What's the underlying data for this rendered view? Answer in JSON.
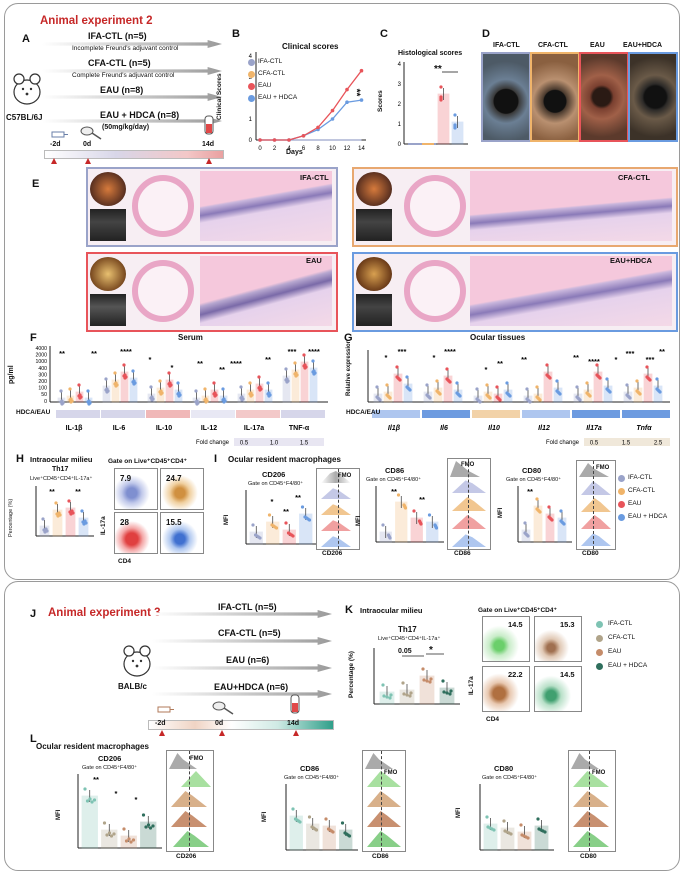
{
  "exp2": {
    "title": "Animal experiment 2",
    "strain": "C57BL/6J",
    "groups": [
      {
        "name": "IFA-CTL (n=5)",
        "note": "Incomplete Freund's adjuvant control"
      },
      {
        "name": "CFA-CTL (n=5)",
        "note": "Complete Freund's adjuvant control"
      },
      {
        "name": "EAU (n=8)",
        "note": ""
      },
      {
        "name": "EAU + HDCA (n=8)",
        "note": "(50mg/kg/day)"
      }
    ],
    "timeline": [
      "-2d",
      "0d",
      "14d"
    ]
  },
  "panelB": {
    "title": "Clinical scores",
    "ylabel": "Clinical Scores",
    "xlabel": "Days",
    "sig": "**",
    "legend": [
      "IFA-CTL",
      "CFA-CTL",
      "EAU",
      "EAU + HDCA"
    ]
  },
  "panelC": {
    "title": "Histological scores",
    "ylabel": "Scores",
    "sig": "**"
  },
  "panelD": {
    "labels": [
      "IFA-CTL",
      "CFA-CTL",
      "EAU",
      "EAU+HDCA"
    ]
  },
  "panelE": {
    "labels": [
      "IFA-CTL",
      "CFA-CTL",
      "EAU",
      "EAU+HDCA"
    ]
  },
  "panelF": {
    "title": "Serum",
    "ylabel": "pg/ml",
    "categories": [
      "IL-1β",
      "IL-6",
      "IL-10",
      "IL-12",
      "IL-17a",
      "TNF-α"
    ],
    "yticks": [
      "4000",
      "2000",
      "1000",
      "400",
      "300",
      "200",
      "100",
      "50",
      "0"
    ],
    "sigs": [
      "**",
      "**",
      "****",
      "*",
      "*",
      "**",
      "**",
      "****",
      "**",
      "***",
      "****"
    ],
    "row_label": "HDCA/EAU",
    "fold_label": "Fold change",
    "fold_ticks": [
      "0.5",
      "1.0",
      "1.5"
    ]
  },
  "panelG": {
    "title": "Ocular tissues",
    "ylabel": "Relative expression",
    "categories": [
      "Il1β",
      "Il6",
      "Il10",
      "Il12",
      "Il17a",
      "Tnfα"
    ],
    "row_label": "HDCA/EAU",
    "fold_label": "Fold change",
    "fold_ticks": [
      "0.5",
      "1.5",
      "2.5"
    ]
  },
  "panelH": {
    "title": "Intraocular milieu",
    "subtitle": "Th17",
    "gate": "Live⁺CD45⁺CD4⁺IL-17a⁺",
    "ylabel": "Percentage (%)",
    "sigs": [
      "**",
      "**"
    ],
    "flow_title": "Gate on Live⁺CD45⁺CD4⁺",
    "values": [
      "7.9",
      "24.7",
      "28",
      "15.5"
    ],
    "xaxis": "CD4",
    "yaxis": "IL-17a"
  },
  "panelI": {
    "title": "Ocular resident macrophages",
    "plots": [
      {
        "name": "CD206",
        "gate": "Gate on CD45⁺F4/80⁺",
        "ylabel": "MFI",
        "sigs": [
          "*",
          "**",
          "**"
        ],
        "axis": "CD206"
      },
      {
        "name": "CD86",
        "gate": "Gate on CD45⁺F4/80⁺",
        "ylabel": "MFI",
        "sigs": [
          "**",
          "**"
        ],
        "axis": "CD86"
      },
      {
        "name": "CD80",
        "gate": "Gate on CD45⁺F4/80⁺",
        "ylabel": "MFI",
        "sigs": [
          "**"
        ],
        "axis": "CD80"
      }
    ],
    "fmo": "FMO",
    "legend": [
      "IFA-CTL",
      "CFA-CTL",
      "EAU",
      "EAU + HDCA"
    ]
  },
  "exp3": {
    "title": "Animal experiment 3",
    "strain": "BALB/c",
    "groups": [
      "IFA-CTL (n=5)",
      "CFA-CTL (n=5)",
      "EAU (n=6)",
      "EAU+HDCA (n=6)"
    ],
    "timeline": [
      "-2d",
      "0d",
      "14d"
    ]
  },
  "panelK": {
    "title": "Intraocular milieu",
    "subtitle": "Th17",
    "gate": "Live⁺CD45⁺CD4⁺IL-17a⁺",
    "ylabel": "Percentage (%)",
    "sigs": [
      "0.05",
      "*"
    ],
    "flow_title": "Gate on Live⁺CD45⁺CD4⁺",
    "values": [
      "14.5",
      "15.3",
      "22.2",
      "14.5"
    ],
    "xaxis": "CD4",
    "yaxis": "IL-17a",
    "legend": [
      "IFA-CTL",
      "CFA-CTL",
      "EAU",
      "EAU + HDCA"
    ]
  },
  "panelL": {
    "title": "Ocular resident macrophages",
    "plots": [
      {
        "name": "CD206",
        "gate": "Gate on CD45⁺F4/80⁺",
        "ylabel": "MFI",
        "sigs": [
          "**",
          "*",
          "*"
        ],
        "axis": "CD206"
      },
      {
        "name": "CD86",
        "gate": "Gate on CD45⁺F4/80⁺",
        "ylabel": "MFI",
        "sigs": [],
        "axis": "CD86"
      },
      {
        "name": "CD80",
        "gate": "Gate on CD45⁺F4/80⁺",
        "ylabel": "MFI",
        "sigs": [],
        "axis": "CD80"
      }
    ],
    "fmo": "FMO"
  },
  "letters": [
    "A",
    "B",
    "C",
    "D",
    "E",
    "F",
    "G",
    "H",
    "I",
    "J",
    "K",
    "L"
  ],
  "colors": {
    "ifa": "#9aa3c9",
    "cfa": "#f0b46a",
    "eau": "#e8545a",
    "hdca": "#6a9be0",
    "ifa3": "#7ec3b3",
    "cfa3": "#b0a48a",
    "eau3": "#c58c6a",
    "hdca3": "#2f6f5d"
  }
}
